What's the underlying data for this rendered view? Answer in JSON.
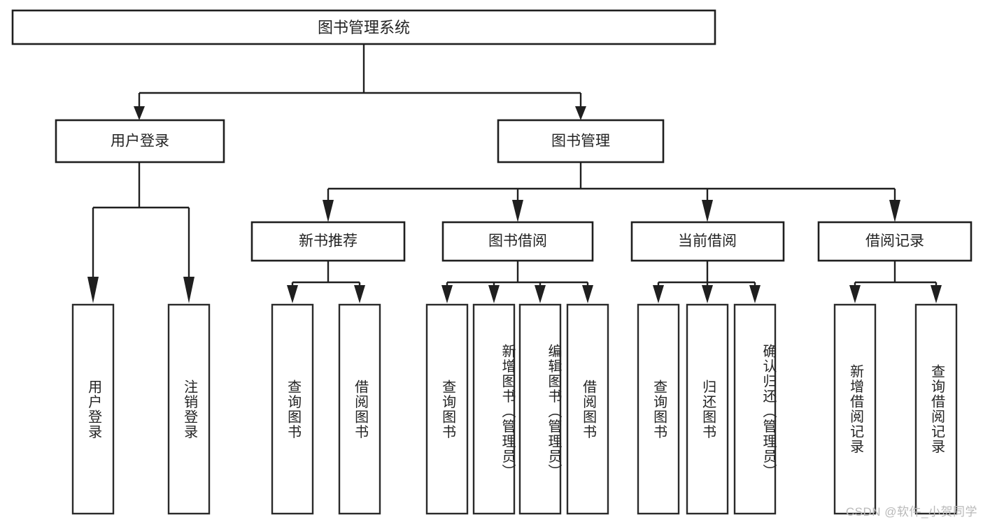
{
  "diagram": {
    "type": "hierarchy-tree",
    "title": "图书管理系统",
    "watermark": "CSDN @软件_小贺同学",
    "colors": {
      "node_fill": "#ffffff",
      "node_stroke": "#1f1f1f",
      "text": "#232323",
      "watermark": "#b9b9b9",
      "background": "#ffffff"
    },
    "nodes": {
      "root": {
        "label": "图书管理系统"
      },
      "level1": [
        {
          "label": "用户登录"
        },
        {
          "label": "图书管理"
        }
      ],
      "level2": [
        {
          "label": "新书推荐"
        },
        {
          "label": "图书借阅"
        },
        {
          "label": "当前借阅"
        },
        {
          "label": "借阅记录"
        }
      ],
      "leaves": {
        "user_login": [
          {
            "label": "用户登录"
          },
          {
            "label": "注销登录"
          }
        ],
        "new_book_recommend": [
          {
            "label": "查询图书"
          },
          {
            "label": "借阅图书"
          }
        ],
        "book_borrow": [
          {
            "label": "查询图书"
          },
          {
            "label": "新增图书（管理员）"
          },
          {
            "label": "编辑图书（管理员）"
          },
          {
            "label": "借阅图书"
          }
        ],
        "current_borrow": [
          {
            "label": "查询图书"
          },
          {
            "label": "归还图书"
          },
          {
            "label": "确认归还（管理员）"
          }
        ],
        "borrow_records": [
          {
            "label": "新增借阅记录"
          },
          {
            "label": "查询借阅记录"
          }
        ]
      }
    }
  }
}
